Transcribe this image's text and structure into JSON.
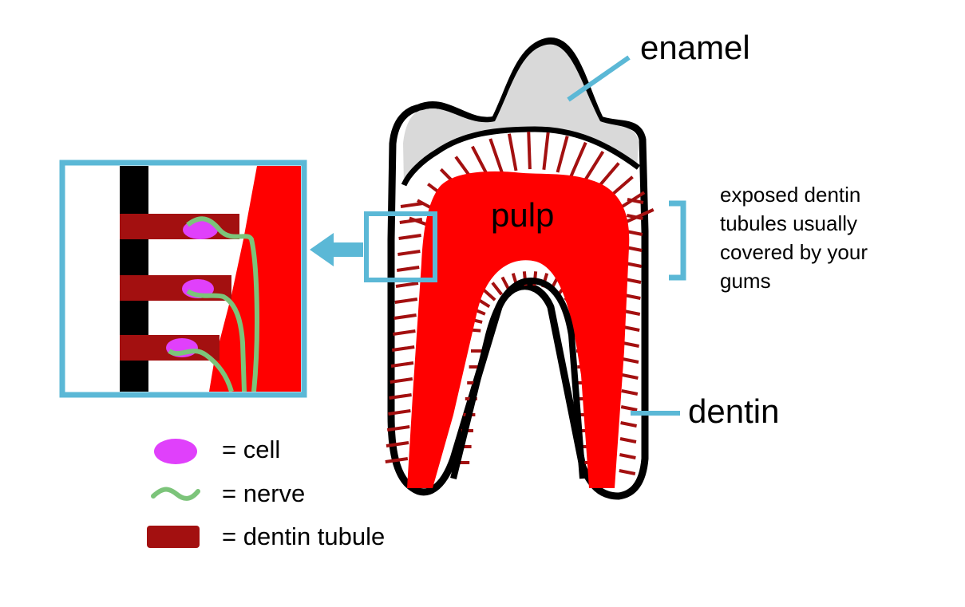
{
  "labels": {
    "enamel": "enamel",
    "pulp": "pulp",
    "dentin": "dentin",
    "exposed_note_lines": [
      "exposed dentin",
      "tubules usually",
      "covered by your",
      "gums"
    ]
  },
  "legend": [
    {
      "symbol": "cell-icon",
      "text": "= cell"
    },
    {
      "symbol": "nerve-icon",
      "text": "= nerve"
    },
    {
      "symbol": "dentin-tubule-icon",
      "text": "= dentin tubule"
    }
  ],
  "colors": {
    "outline": "#000000",
    "enamel": "#d9d9d9",
    "pulp": "#ff0000",
    "tubule": "#a31010",
    "callout": "#5bb8d6",
    "cell": "#e040fb",
    "nerve": "#7cc47a",
    "dentin": "#ffffff"
  }
}
